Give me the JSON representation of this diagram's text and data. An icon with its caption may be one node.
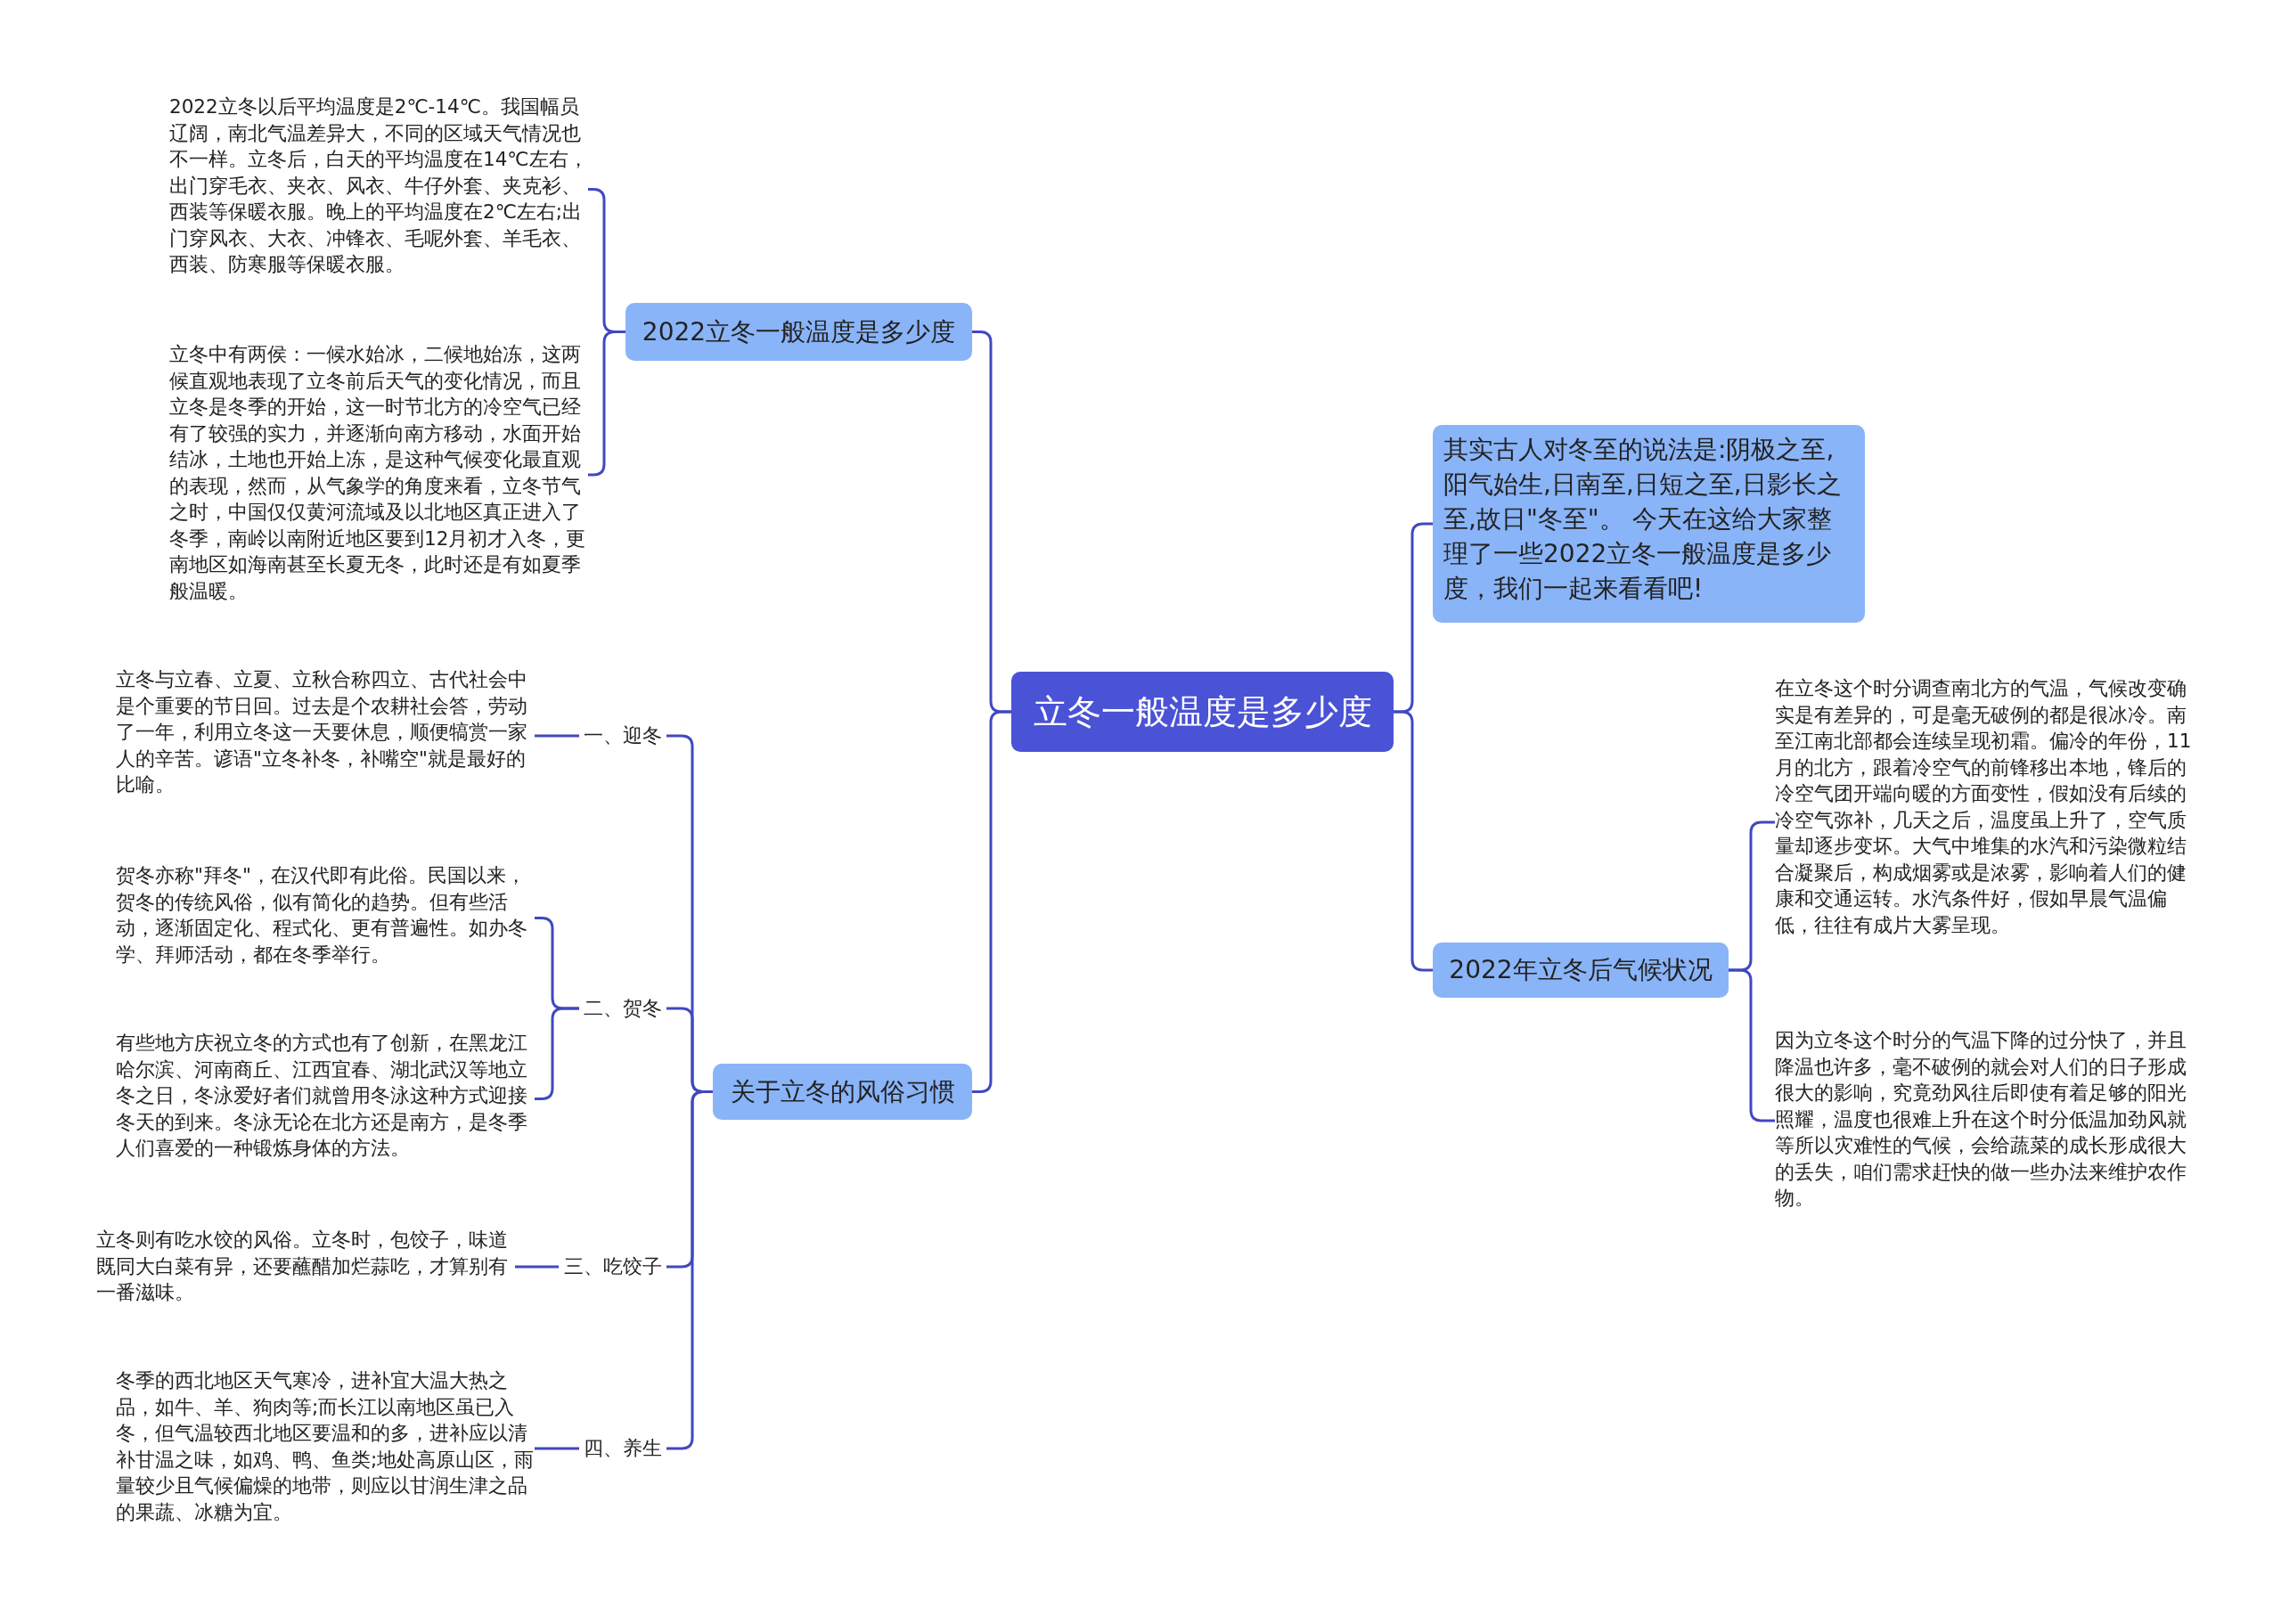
{
  "diagram": {
    "nodes": [
      {
        "text": [
          "立冬一般温度是多少度"
        ]
      },
      {
        "text": [
          "2022立冬一般温度是多少度"
        ]
      },
      {
        "text": [
          "2022立冬以后平均温度是2℃-14℃。我国幅员辽阔，南北气温差异大，不同的区域天气情况也不一样。立冬后，白天的平均温度在14℃左右，出门穿毛衣、夹衣、风衣、牛仔外套、夹克衫、西装等保暖衣服。晚上的平均温度在2℃左右;出门穿风衣、大衣、冲锋衣、毛呢外套、羊毛衣、西装、防寒服等保暖衣服。"
        ]
      },
      {
        "text": [
          "立冬中有两侯：一候水始冰，二候地始冻，这两候直观地表现了立冬前后天气的变化情况，而且立冬是冬季的开始，这一时节北方的冷空气已经有了较强的实力，并逐渐向南方移动，水面开始结冰，土地也开始上冻，是这种气候变化最直观的表现，然而，从气象学的角度来看，立冬节气之时，中国仅仅黄河流域及以北地区真正进入了冬季，南岭以南附近地区要到12月初才入冬，更南地区如海南甚至长夏无冬，此时还是有如夏季般温暖。"
        ]
      },
      {
        "text": [
          "关于立冬的风俗习惯"
        ]
      },
      {
        "text": [
          "一、迎冬"
        ]
      },
      {
        "text": [
          "立冬与立春、立夏、立秋合称四立、古代社会中是个重要的节日回。过去是个农耕社会答，劳动了一年，利用立冬这一天要休息，顺便犒赏一家人的辛苦。谚语\"立冬补冬，补嘴空\"就是最好的比喻。"
        ]
      },
      {
        "text": [
          "二、贺冬"
        ]
      },
      {
        "text": [
          "贺冬亦称\"拜冬\"，在汉代即有此俗。民国以来，贺冬的传统风俗，似有简化的趋势。但有些活动，逐渐固定化、程式化、更有普遍性。如办冬学、拜师活动，都在冬季举行。"
        ]
      },
      {
        "text": [
          "有些地方庆祝立冬的方式也有了创新，在黑龙江哈尔滨、河南商丘、江西宜春、湖北武汉等地立冬之日，冬泳爱好者们就曾用冬泳这种方式迎接冬天的到来。冬泳无论在北方还是南方，是冬季人们喜爱的一种锻炼身体的方法。"
        ]
      },
      {
        "text": [
          "三、吃饺子"
        ]
      },
      {
        "text": [
          "立冬则有吃水饺的风俗。立冬时，包饺子，味道既同大白菜有异，还要蘸醋加烂蒜吃，才算别有一番滋味。"
        ]
      },
      {
        "text": [
          "四、养生"
        ]
      },
      {
        "text": [
          "冬季的西北地区天气寒冷，进补宜大温大热之品，如牛、羊、狗肉等;而长江以南地区虽已入冬，但气温较西北地区要温和的多，进补应以清补甘温之味，如鸡、鸭、鱼类;地处高原山区，雨量较少且气候偏燥的地带，则应以甘润生津之品的果蔬、冰糖为宜。"
        ]
      },
      {
        "text": [
          "其实古人对冬至的说法是:阴极之至,阳气始生,日南至,日短之至,日影长之至,故日\"冬至\"。 今天在这给大家整理了一些2022立冬一般温度是多少度，我们一起来看看吧!"
        ]
      },
      {
        "text": [
          "2022年立冬后气候状况"
        ]
      },
      {
        "text": [
          "在立冬这个时分调查南北方的气温，气候改变确实是有差异的，可是毫无破例的都是很冰冷。南至江南北部都会连续呈现初霜。偏冷的年份，11月的北方，跟着冷空气的前锋移出本地，锋后的冷空气团开端向暖的方面变性，假如没有后续的冷空气弥补，几天之后，温度虽上升了，空气质量却逐步变坏。大气中堆集的水汽和污染微粒结合凝聚后，构成烟雾或是浓雾，影响着人们的健康和交通运转。水汽条件好，假如早晨气温偏低，往往有成片大雾呈现。"
        ]
      },
      {
        "text": [
          "因为立冬这个时分的气温下降的过分快了，并且降温也许多，毫不破例的就会对人们的日子形成很大的影响，究竟劲风往后即使有着足够的阳光照耀，温度也很难上升在这个时分低温加劲风就等所以灾难性的气候，会给蔬菜的成长形成很大的丢失，咱们需求赶快的做一些办法来维护农作物。"
        ]
      }
    ],
    "edges": [
      {
        "from": 0,
        "to": 1,
        "arrow": "none"
      },
      {
        "from": 0,
        "to": 4,
        "arrow": "none"
      },
      {
        "from": 0,
        "to": 14,
        "arrow": "none"
      },
      {
        "from": 0,
        "to": 15,
        "arrow": "none"
      },
      {
        "from": 1,
        "to": 2,
        "arrow": "none"
      },
      {
        "from": 1,
        "to": 3,
        "arrow": "none"
      },
      {
        "from": 4,
        "to": 5,
        "arrow": "none"
      },
      {
        "from": 4,
        "to": 7,
        "arrow": "none"
      },
      {
        "from": 4,
        "to": 10,
        "arrow": "none"
      },
      {
        "from": 4,
        "to": 12,
        "arrow": "none"
      },
      {
        "from": 5,
        "to": 6,
        "arrow": "none"
      },
      {
        "from": 7,
        "to": 8,
        "arrow": "none"
      },
      {
        "from": 7,
        "to": 9,
        "arrow": "none"
      },
      {
        "from": 10,
        "to": 11,
        "arrow": "none"
      },
      {
        "from": 12,
        "to": 13,
        "arrow": "none"
      },
      {
        "from": 15,
        "to": 16,
        "arrow": "none"
      },
      {
        "from": 15,
        "to": 17,
        "arrow": "none"
      }
    ]
  }
}
